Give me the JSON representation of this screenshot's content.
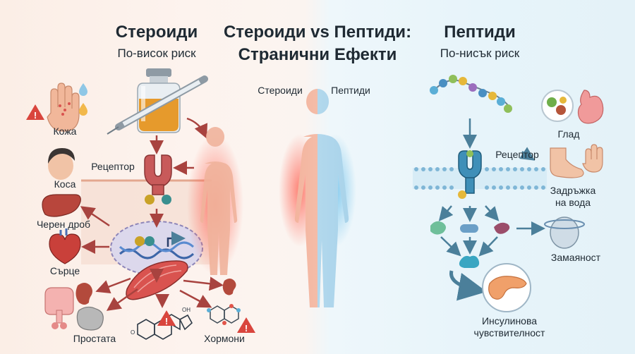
{
  "title": {
    "line1": "Стероиди vs Пептиди:",
    "line2": "Странични Ефекти"
  },
  "left": {
    "heading": "Стероиди",
    "risk": "По-висок риск",
    "receptor": "Рецептор",
    "effects": {
      "skin": "Кожа",
      "hair": "Коса",
      "liver": "Черен дроб",
      "heart": "Сърце",
      "prostate": "Простата",
      "hormones": "Хормони"
    }
  },
  "center": {
    "left_label": "Стероиди",
    "right_label": "Пептиди"
  },
  "right": {
    "heading": "Пептиди",
    "risk": "По-нисък риск",
    "receptor": "Рецептор",
    "effects": {
      "hunger": "Глад",
      "water_line1": "Задръжка",
      "water_line2": "на вода",
      "dizziness": "Замаяност",
      "insulin_line1": "Инсулинова",
      "insulin_line2": "чувствителност"
    }
  },
  "colors": {
    "steroid_accent": "#e2554a",
    "peptide_accent": "#5aaed6",
    "arrow_red": "#a8433f",
    "arrow_blue": "#4b7f9a"
  }
}
